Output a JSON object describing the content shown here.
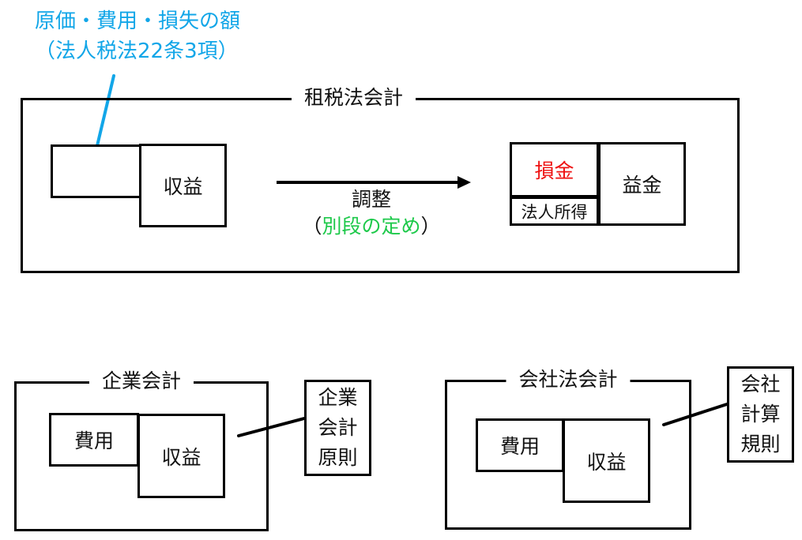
{
  "annotation": {
    "line1": "原価・費用・損失の額",
    "line2": "（法人税法22条3項）",
    "color": "#12a6e8",
    "pointer": "leader-line"
  },
  "colors": {
    "annotation_cyan": "#12a6e8",
    "loss_red": "#ee1111",
    "adjust_green": "#1dc94a",
    "stroke_black": "#000000",
    "background": "#ffffff"
  },
  "tax_group": {
    "title": "租税法会計",
    "left_structure": {
      "blank_box_label": "",
      "revenue_box_label": "収益"
    },
    "right_structure": {
      "loss_label": "損金",
      "income_label": "法人所得",
      "gain_label": "益金"
    }
  },
  "arrow": {
    "icon": "arrow-right-icon",
    "caption_main": "調整",
    "caption_sub_open": "（",
    "caption_sub_inner": "別段の定め",
    "caption_sub_close": "）"
  },
  "corporate_group": {
    "title": "企業会計",
    "expense_label": "費用",
    "revenue_label": "収益",
    "side_label_lines": [
      "企業",
      "会計",
      "原則"
    ]
  },
  "company_law_group": {
    "title": "会社法会計",
    "expense_label": "費用",
    "revenue_label": "収益",
    "side_label_lines": [
      "会社",
      "計算",
      "規則"
    ]
  }
}
